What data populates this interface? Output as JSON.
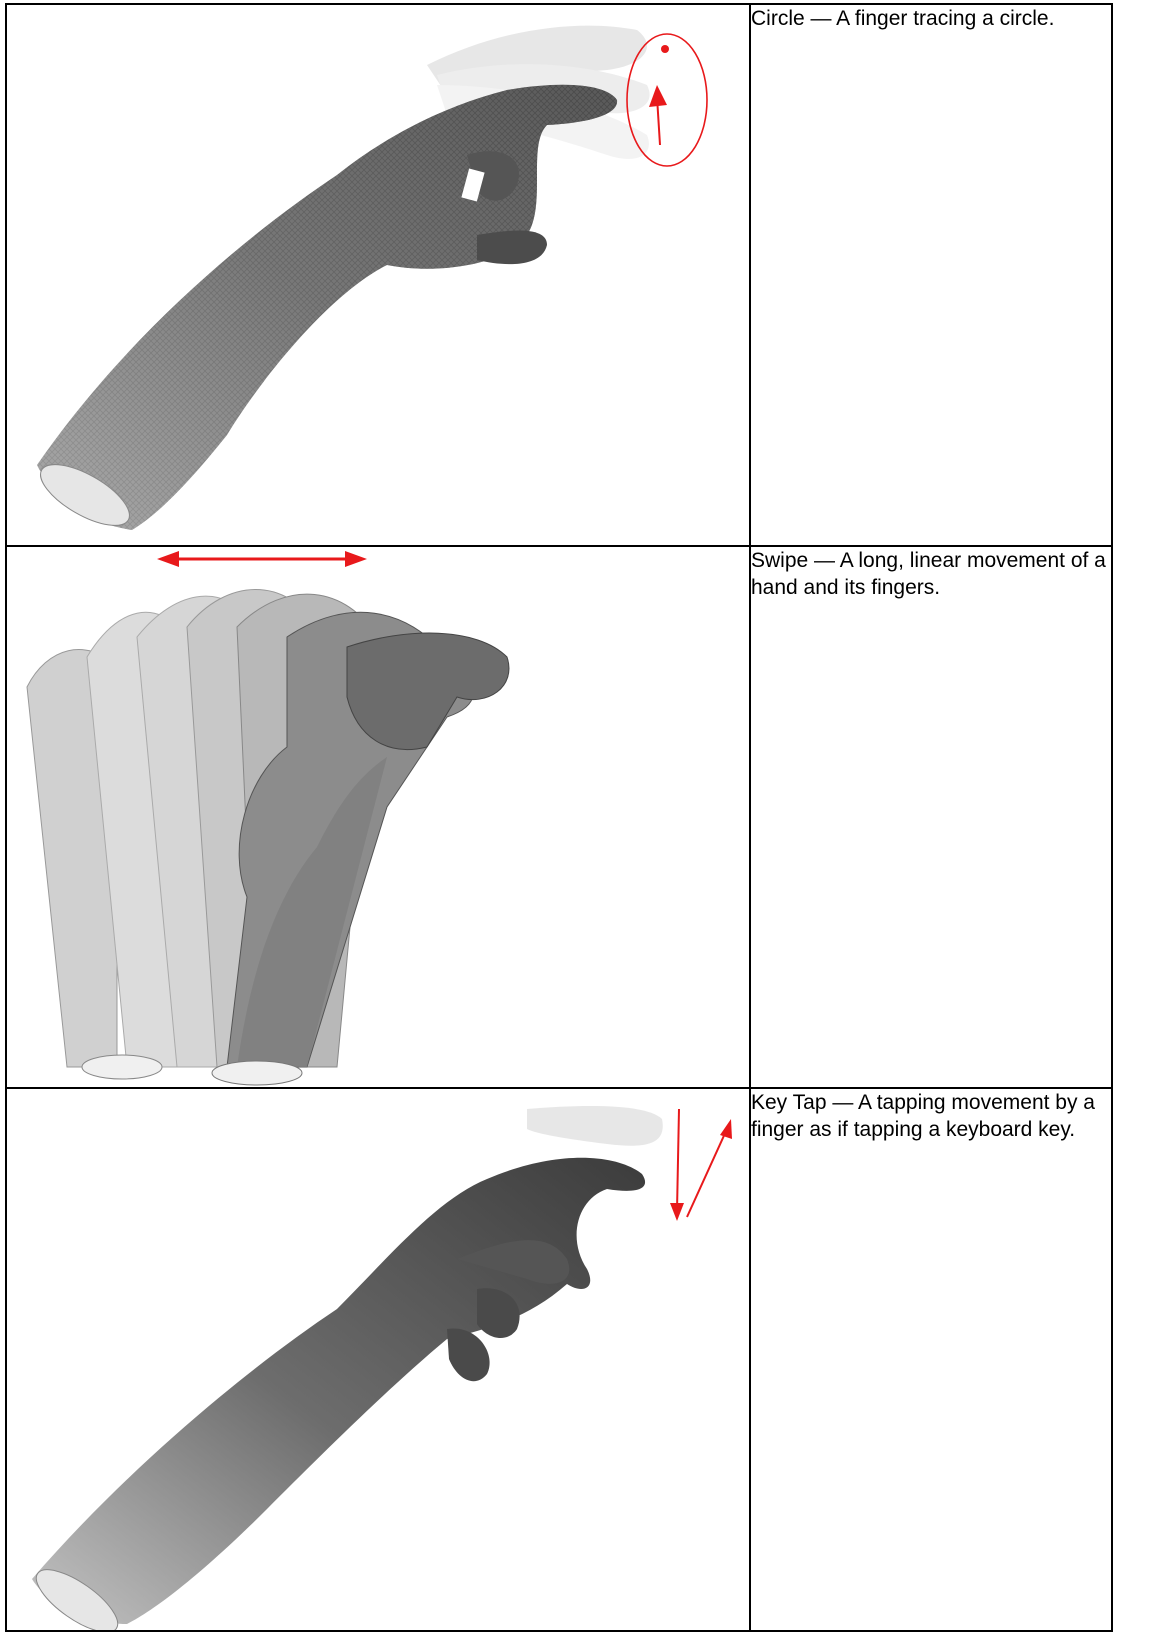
{
  "rows": [
    {
      "figure_icon": "hand-circle-gesture-figure",
      "caption": "Circle — A finger tracing a circle."
    },
    {
      "figure_icon": "hand-swipe-gesture-figure",
      "caption": "Swipe — A long, linear movement of a hand and its fingers."
    },
    {
      "figure_icon": "hand-keytap-gesture-figure",
      "caption": "Key Tap — A tapping movement by a finger as if tapping a keyboard key."
    }
  ],
  "colors": {
    "arrow": "#e8191b",
    "hand_dark": "#4a4a4a",
    "hand_light": "#d9d9d9"
  }
}
